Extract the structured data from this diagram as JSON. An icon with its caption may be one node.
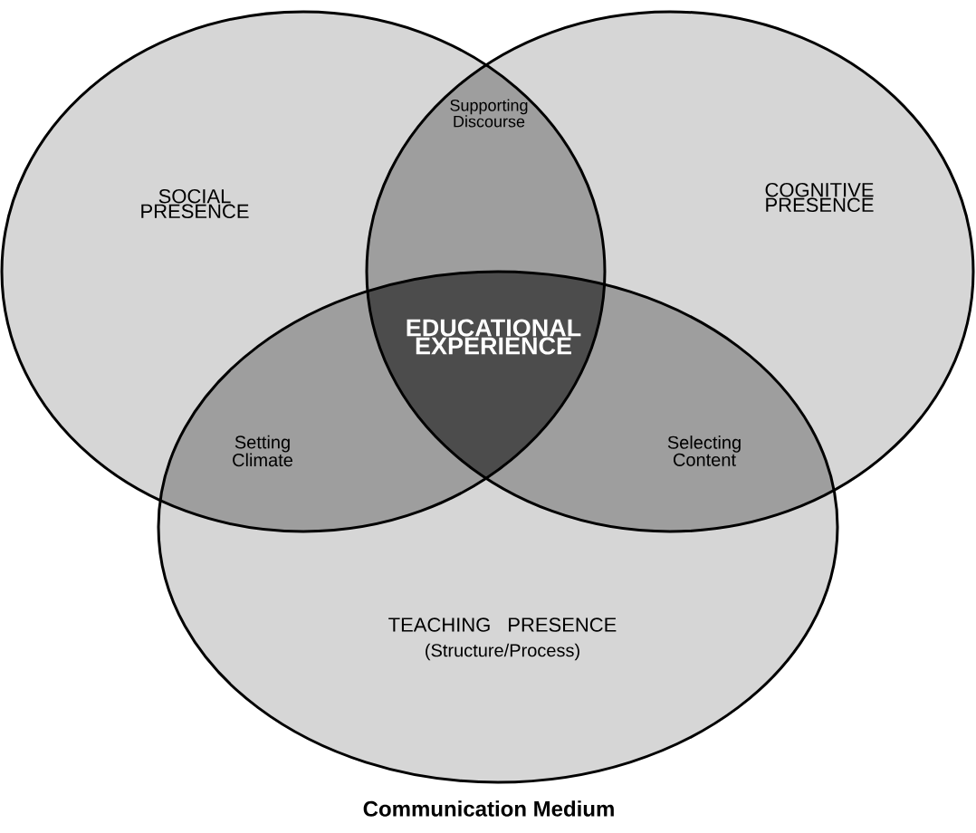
{
  "diagram": {
    "caption": "Communication Medium",
    "nodes": [
      {
        "text": [
          "SOCIAL PRESENCE"
        ]
      },
      {
        "text": [
          "COGNITIVE PRESENCE"
        ]
      },
      {
        "text": [
          "TEACHING PRESENCE",
          "(Structure/Process)"
        ]
      }
    ],
    "labels": [
      "Supporting Discourse",
      "EDUCATIONAL EXPERIENCE",
      "Setting Climate",
      "Selecting Content"
    ]
  }
}
